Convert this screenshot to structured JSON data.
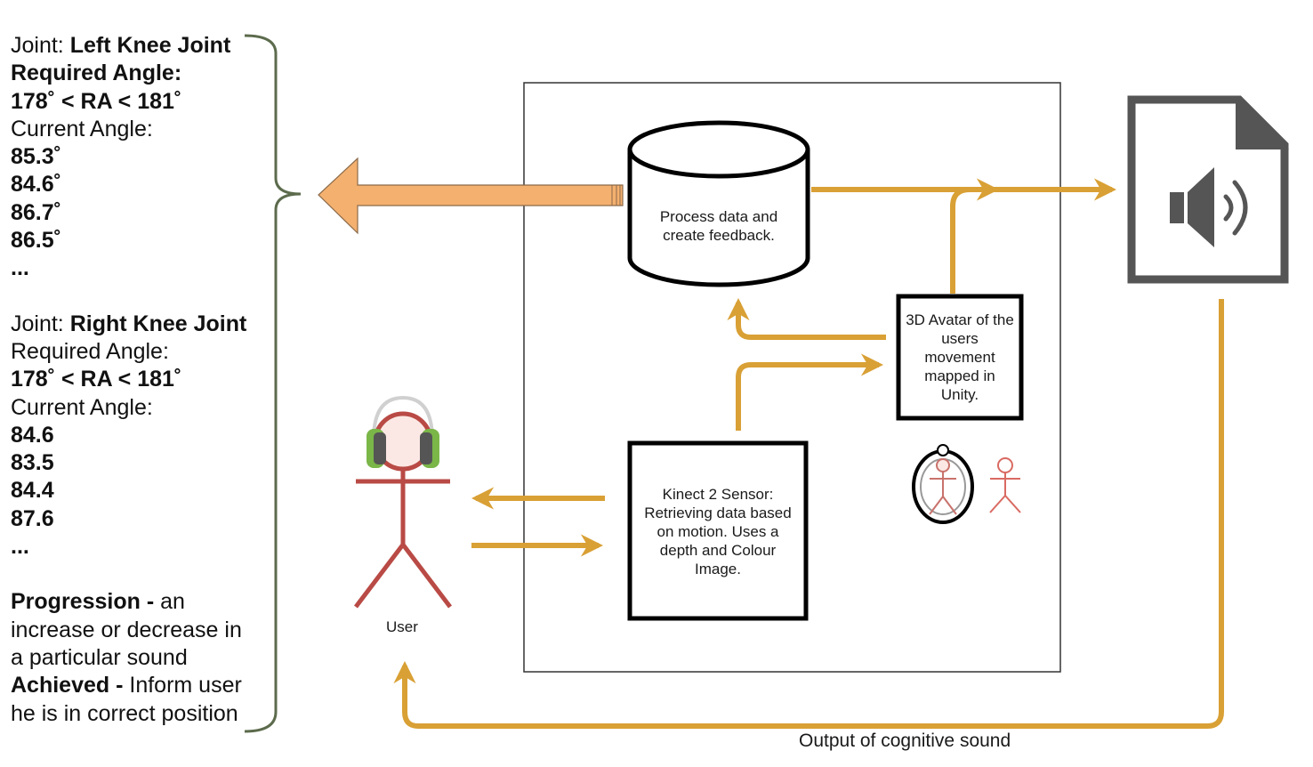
{
  "left_panel": {
    "left_knee": {
      "joint_prefix": "Joint: ",
      "joint_name": "Left Knee Joint",
      "required_label": "Required Angle:",
      "required_range": "178˚ < RA < 181˚",
      "current_label": "Current Angle:",
      "values": [
        "85.3˚",
        "84.6˚",
        "86.7˚",
        "86.5˚"
      ],
      "ellipsis": "..."
    },
    "right_knee": {
      "joint_prefix": "Joint: ",
      "joint_name": "Right Knee Joint",
      "required_label": "Required Angle:",
      "required_range": "178˚ < RA < 181˚",
      "current_label": "Current Angle:",
      "values": [
        "84.6",
        "83.5",
        "84.4",
        "87.6"
      ],
      "ellipsis": "..."
    },
    "progression": {
      "term": "Progression -",
      "line1": " an",
      "line2": "increase or decrease in",
      "line3": "a particular sound"
    },
    "achieved": {
      "term": "Achieved -",
      "line1": " Inform user",
      "line2": "he is in correct position"
    }
  },
  "diagram": {
    "process_node": "Process data and create feedback.",
    "avatar_node": "3D Avatar of the users movement mapped in Unity.",
    "kinect_node": "Kinect 2 Sensor: Retrieving data based on motion. Uses a depth and Colour Image.",
    "user_label": "User",
    "output_label": "Output of cognitive sound",
    "icons": [
      "database-icon",
      "audio-file-icon",
      "user-with-headphones-icon",
      "mirror-icon",
      "stick-figure-icon"
    ],
    "colors": {
      "flow_arrow": "#d9a035",
      "big_arrow_fill": "#f4b06f",
      "user_figure": "#b94a45",
      "headphone_pad": "#7ab648",
      "bracket": "#5c6b4c",
      "speaker_icon": "#555555"
    }
  }
}
